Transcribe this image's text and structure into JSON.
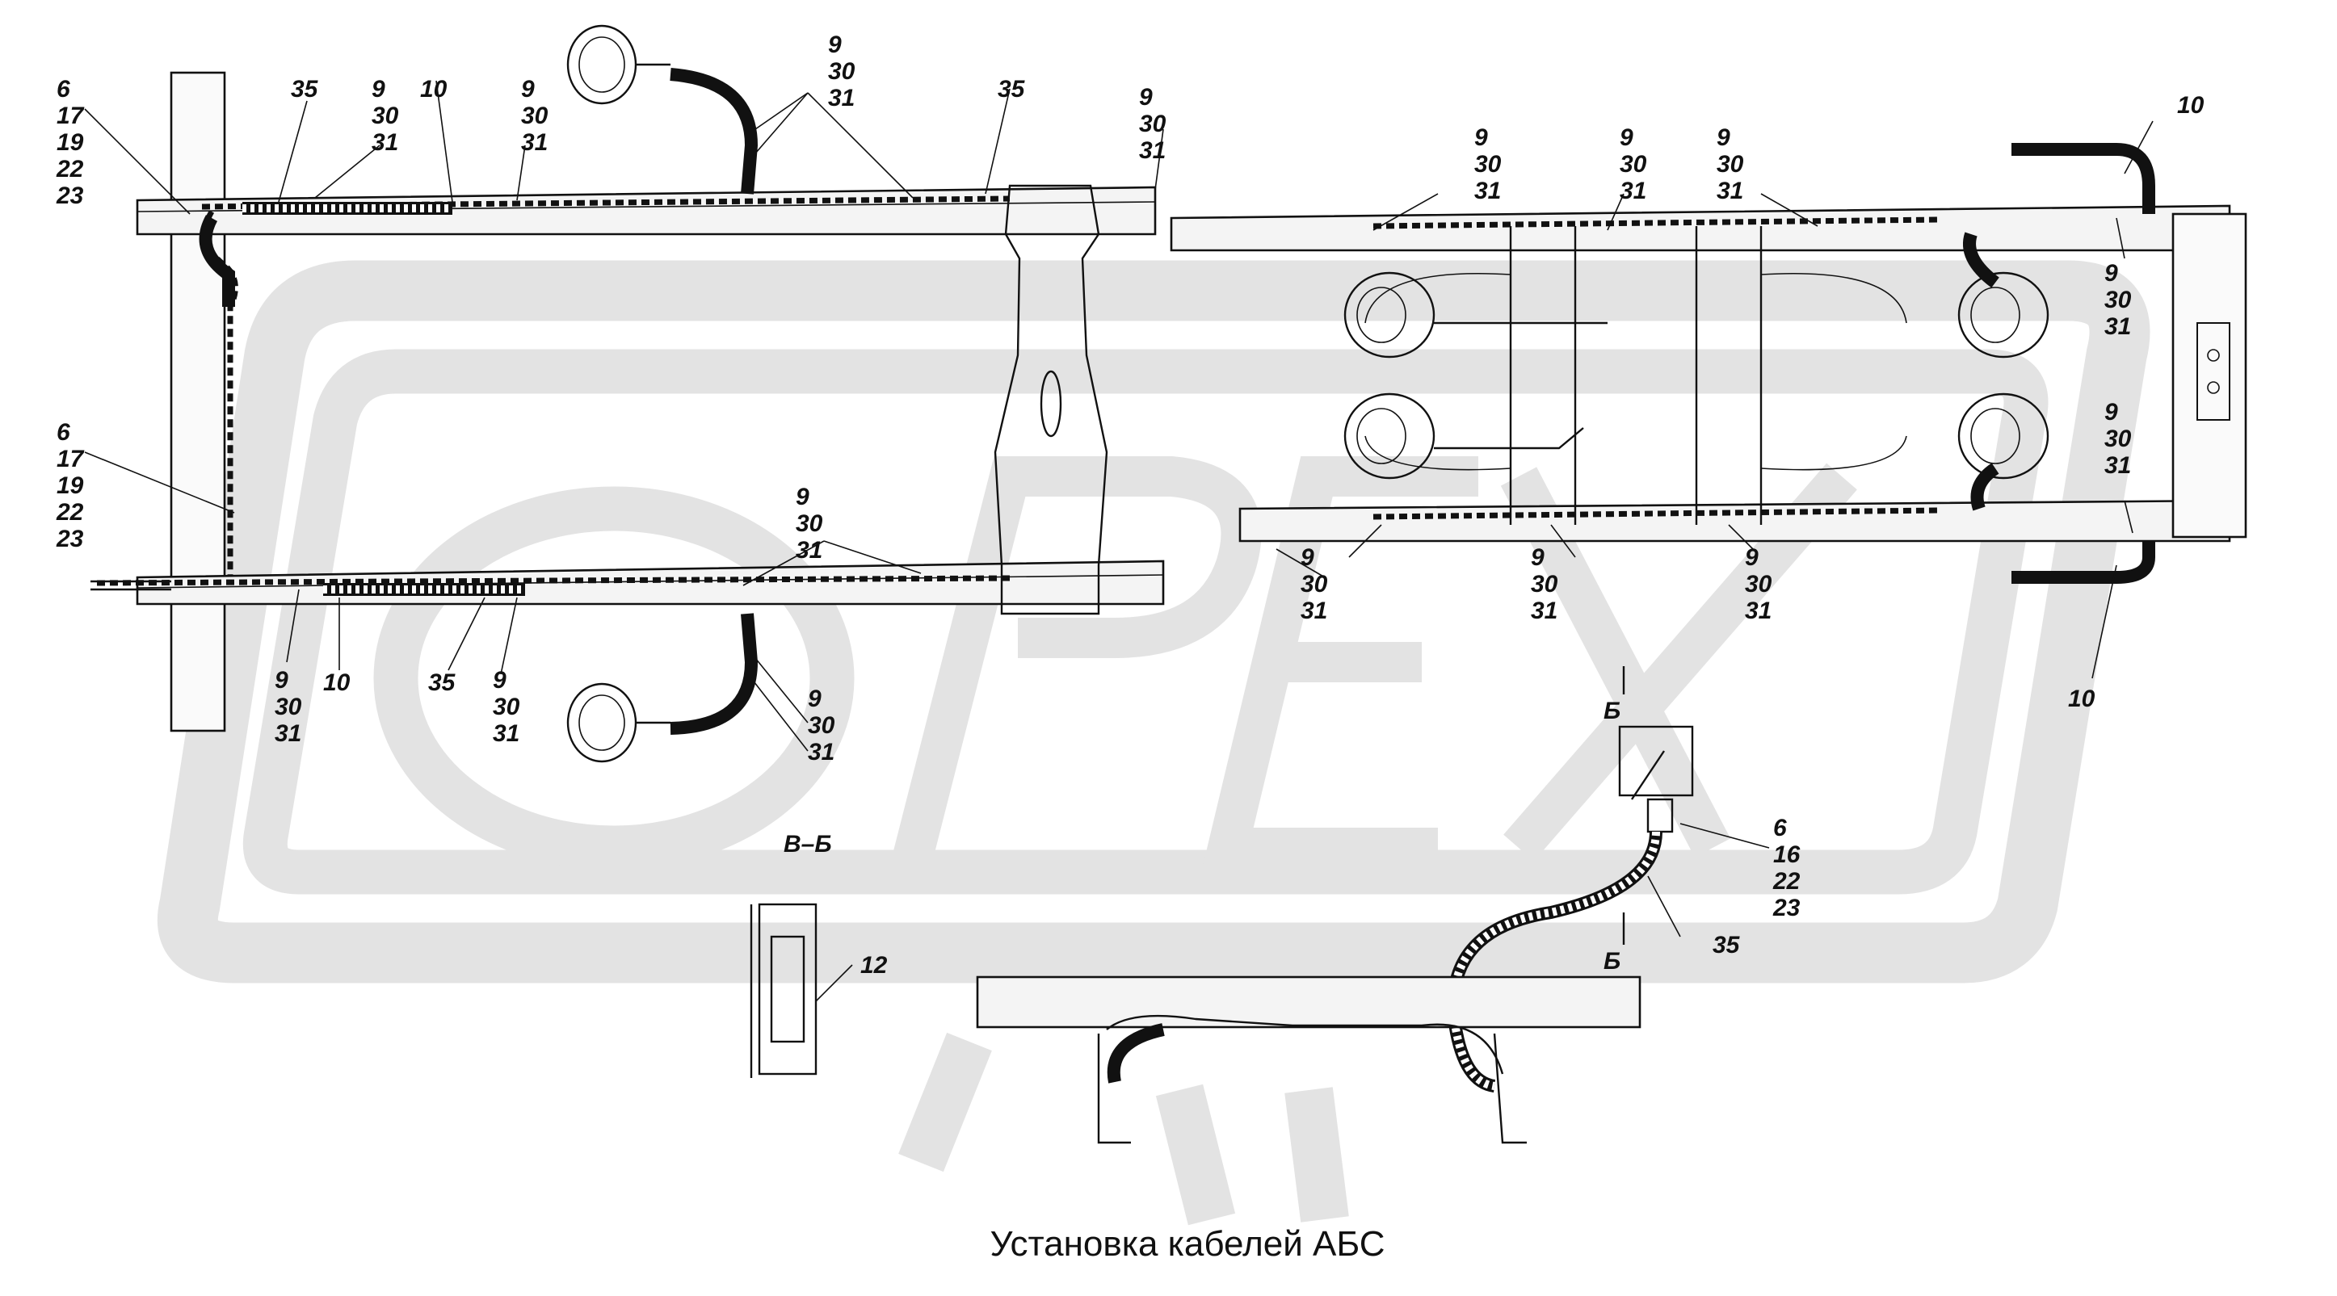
{
  "caption": "Установка кабелей АБС",
  "watermark_text": "OPEX",
  "colors": {
    "watermark": "#e3e3e3",
    "line": "#111111",
    "background": "#ffffff"
  },
  "callouts": [
    {
      "id": "c1",
      "lines": [
        "6",
        "17",
        "19",
        "22",
        "23"
      ]
    },
    {
      "id": "c2",
      "lines": [
        "35"
      ]
    },
    {
      "id": "c3",
      "lines": [
        "9",
        "30",
        "31"
      ]
    },
    {
      "id": "c4",
      "lines": [
        "10"
      ]
    },
    {
      "id": "c5",
      "lines": [
        "9",
        "30",
        "31"
      ]
    },
    {
      "id": "c6",
      "lines": [
        "9",
        "30",
        "31"
      ]
    },
    {
      "id": "c7",
      "lines": [
        "35"
      ]
    },
    {
      "id": "c8",
      "lines": [
        "9",
        "30",
        "31"
      ]
    },
    {
      "id": "c9",
      "lines": [
        "9",
        "30",
        "31"
      ]
    },
    {
      "id": "c10",
      "lines": [
        "9",
        "30",
        "31"
      ]
    },
    {
      "id": "c11",
      "lines": [
        "9",
        "30",
        "31"
      ]
    },
    {
      "id": "c12",
      "lines": [
        "10"
      ]
    },
    {
      "id": "c13",
      "lines": [
        "9",
        "30",
        "31"
      ]
    },
    {
      "id": "c14",
      "lines": [
        "6",
        "17",
        "19",
        "22",
        "23"
      ]
    },
    {
      "id": "c15",
      "lines": [
        "9",
        "30",
        "31"
      ]
    },
    {
      "id": "c16",
      "lines": [
        "9",
        "30",
        "31"
      ]
    },
    {
      "id": "c17",
      "lines": [
        "10"
      ]
    },
    {
      "id": "c18",
      "lines": [
        "35"
      ]
    },
    {
      "id": "c19",
      "lines": [
        "9",
        "30",
        "31"
      ]
    },
    {
      "id": "c20",
      "lines": [
        "9",
        "30",
        "31"
      ]
    },
    {
      "id": "c21",
      "lines": [
        "9",
        "30",
        "31"
      ]
    },
    {
      "id": "c22",
      "lines": [
        "9",
        "30",
        "31"
      ]
    },
    {
      "id": "c23",
      "lines": [
        "9",
        "30",
        "31"
      ]
    },
    {
      "id": "c24",
      "lines": [
        "9",
        "30",
        "31"
      ]
    },
    {
      "id": "c25",
      "lines": [
        "10"
      ]
    },
    {
      "id": "c26",
      "lines": [
        "6",
        "16",
        "22",
        "23"
      ]
    },
    {
      "id": "c27",
      "lines": [
        "35"
      ]
    },
    {
      "id": "c28",
      "lines": [
        "12"
      ]
    }
  ],
  "section_marks": {
    "view": "В–Б",
    "top": "Б",
    "bottom": "Б"
  }
}
